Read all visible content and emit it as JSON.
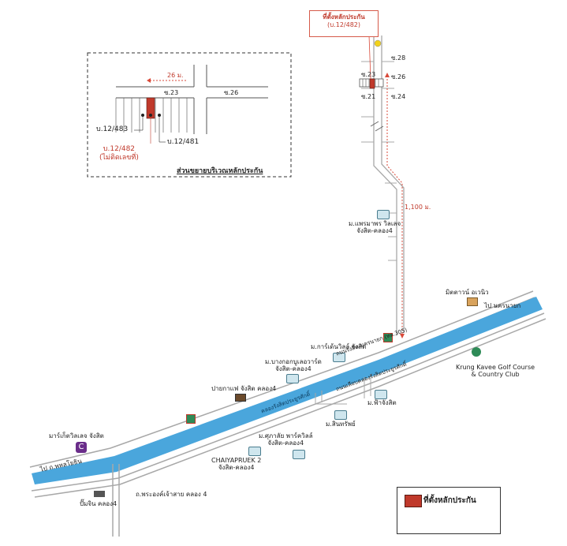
{
  "colors": {
    "river": "#4aa6dc",
    "road": "#9a9a9a",
    "marker": "#c0392b",
    "route": "#d94a3a"
  },
  "location_box": {
    "title": "ที่ตั้งหลักประกัน",
    "subtitle": "(บ.12/482)"
  },
  "soi_labels": {
    "s28": "ซ.28",
    "s26": "ซ.26",
    "s23": "ซ.23",
    "s21": "ซ.21",
    "s24": "ซ.24"
  },
  "distance_label": "1,100 ม.",
  "inset": {
    "title": "ส่วนขยายบริเวณหลักประกัน",
    "distance": "26 ม.",
    "soi_23": "ซ.23",
    "soi_26": "ซ.26",
    "house_483": "บ.12/483",
    "house_481": "บ.12/481",
    "house_482": "บ.12/482",
    "house_482_note": "(ไม่ติดเลขที่)"
  },
  "landmarks": {
    "phruksa": "ม.แพรมาพร วิลเลจ",
    "phruksa_sub": "จังสิต-คลอง4",
    "mitrtown": "มิตตาวน์ อเวนิว",
    "golf_1": "Krung Kavee Golf Course",
    "golf_2": "& Country Club",
    "garden": "ม.การ์เด้นวิลล์ จังสิต",
    "bangkok_boulevard": "ม.บางกอกบูเลอวาร์ด",
    "bangkok_boulevard_sub": "จังสิต-คลอง4",
    "cafe_amazon": "ปายกาแฟ จังสิต คลอง4",
    "fa_rangsit": "ม.ฟ้าจังสิต",
    "sinsap": "ม.สินทรัพย์",
    "supalai": "ม.ศุภาลัย พาร์ควิลล์",
    "supalai_sub": "จังสิต-คลอง4",
    "chaiyapruek": "CHAIYAPRUEK 2",
    "chaiyapruek_sub": "จังสิต-คลอง4",
    "market": "มาร์เก็ตวิลเลจ จังสิต",
    "ptt": "ปั๊มจิน คลอง4",
    "road_label": "ถ.พระองค์เจ้าสาย คลอง 4"
  },
  "roads": {
    "to_phahon": "ไป ถ.พหลโยธิน",
    "to_nakhon_nayok": "ไป นครนายก",
    "rangsit_nakhon_nayok": "ถนนรังสิต-นครนายก (ทล.305)",
    "canal": "คลองรังสิตประยูรศักดิ์",
    "canal_road": "ถนนเลียบคลองรังสิตประยูรศักดิ์"
  },
  "legend": {
    "label": "ที่ตั้งหลักประกัน"
  }
}
